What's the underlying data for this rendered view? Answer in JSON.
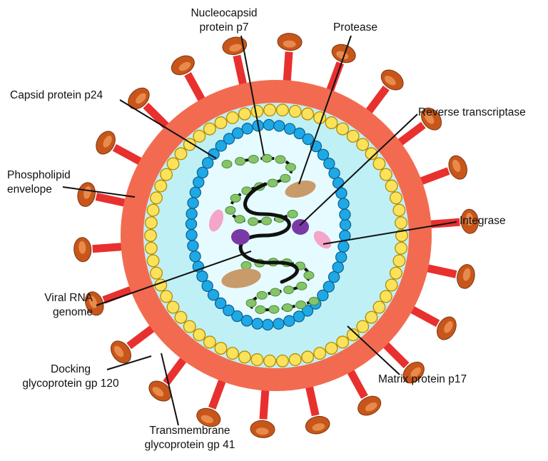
{
  "labels": {
    "nucleocapsid": [
      "Nucleocapsid",
      "protein p7"
    ],
    "protease": "Protease",
    "capsid": "Capsid protein p24",
    "reverse_transcriptase": "Reverse transcriptase",
    "phospholipid": [
      "Phospholipid",
      "envelope"
    ],
    "integrase": "Integrase",
    "viral_rna": [
      "Viral RNA",
      "genome"
    ],
    "docking": [
      "Docking",
      "glycoprotein gp 120"
    ],
    "matrix": "Matrix protein p17",
    "transmembrane": [
      "Transmembrane",
      "glycoprotein gp 41"
    ]
  },
  "colors": {
    "envelope": "#f26b50",
    "spike_stem": "#e8302f",
    "spike_knob": "#c8561a",
    "spike_knob_highlight": "#e88a4c",
    "matrix_bead": "#fbe25a",
    "core_bg": "#bff0f5",
    "capsid_bead": "#1fa8e6",
    "capsid_interior": "#e6fbff",
    "nucleocapsid_bead": "#86c46a",
    "rna": "#111111",
    "protease": "#c99a6a",
    "reverse_transcriptase": "#7a3aa6",
    "integrase": "#f4a6c8",
    "leader_line": "#111111"
  }
}
